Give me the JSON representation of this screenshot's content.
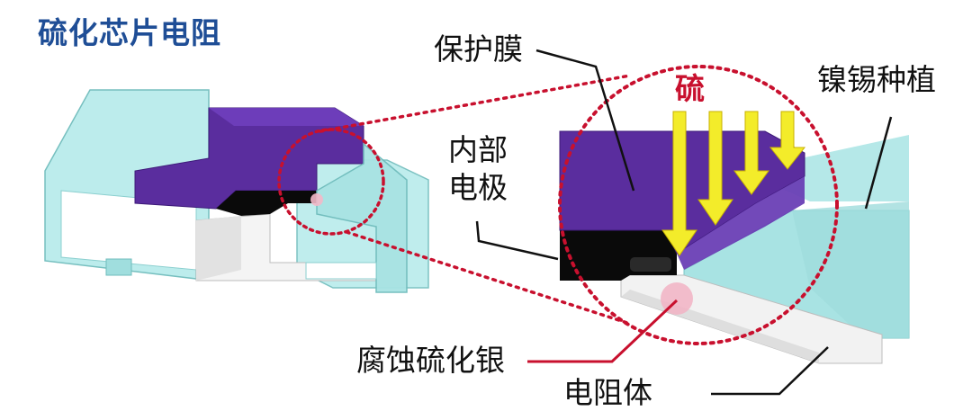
{
  "title": "硫化芯片电阻",
  "labels": {
    "protective_film": "保护膜",
    "sulfur": "硫",
    "nickel_tin_plating": "镍锡种植",
    "inner_electrode_line1": "内部",
    "inner_electrode_line2": "电极",
    "corroded_silver_sulfide": "腐蚀硫化银",
    "resistor_body": "电阻体"
  },
  "colors": {
    "title": "#1f4e96",
    "protective_film": "#5a2d9e",
    "plating": "#a8e3e3",
    "inner_electrode": "#0a0a0a",
    "resistor_body": "#f2f2f2",
    "sulfur_arrow": "#f3ec2a",
    "highlight_circle": "#c8102e"
  },
  "sulfur_arrow_count": 4
}
